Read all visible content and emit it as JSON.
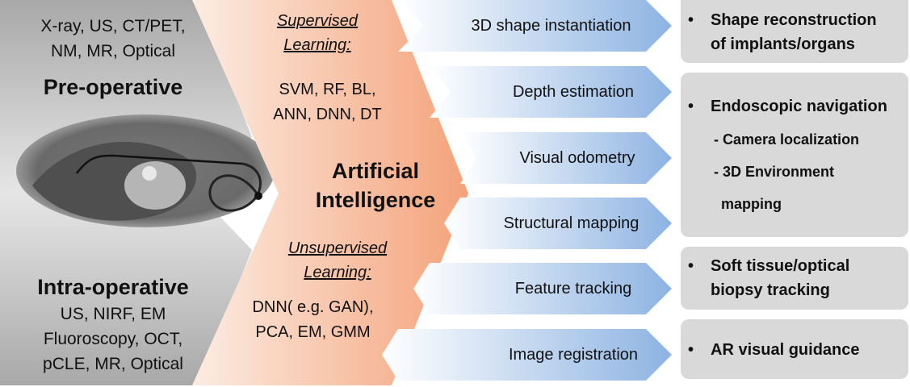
{
  "left": {
    "preop_modalities": [
      "X-ray, US, CT/PET,",
      "NM, MR, Optical"
    ],
    "preop_title": "Pre-operative",
    "intraop_title": "Intra-operative",
    "intraop_modalities": [
      "US, NIRF, EM",
      "Fluoroscopy, OCT,",
      "pCLE, MR, Optical"
    ]
  },
  "center": {
    "supervised_heading": [
      "Supervised",
      "Learning:"
    ],
    "supervised_methods": [
      "SVM, RF, BL,",
      "ANN, DNN, DT"
    ],
    "ai_title": [
      "Artificial",
      "Intelligence"
    ],
    "unsupervised_heading": [
      "Unsupervised",
      "Learning:"
    ],
    "unsupervised_methods": [
      "DNN( e.g. GAN),",
      "PCA, EM, GMM"
    ]
  },
  "tasks": [
    "3D shape instantiation",
    "Depth estimation",
    "Visual odometry",
    "Structural mapping",
    "Feature tracking",
    "Image registration"
  ],
  "outcomes": {
    "shape": [
      "Shape reconstruction",
      "of implants/organs"
    ],
    "endo_title": "Endoscopic navigation",
    "endo_subs": [
      "- Camera localization",
      "- 3D Environment",
      "mapping"
    ],
    "tissue": [
      "Soft tissue/optical",
      "biopsy tracking"
    ],
    "ar": "AR visual guidance",
    "bullet": "•"
  }
}
